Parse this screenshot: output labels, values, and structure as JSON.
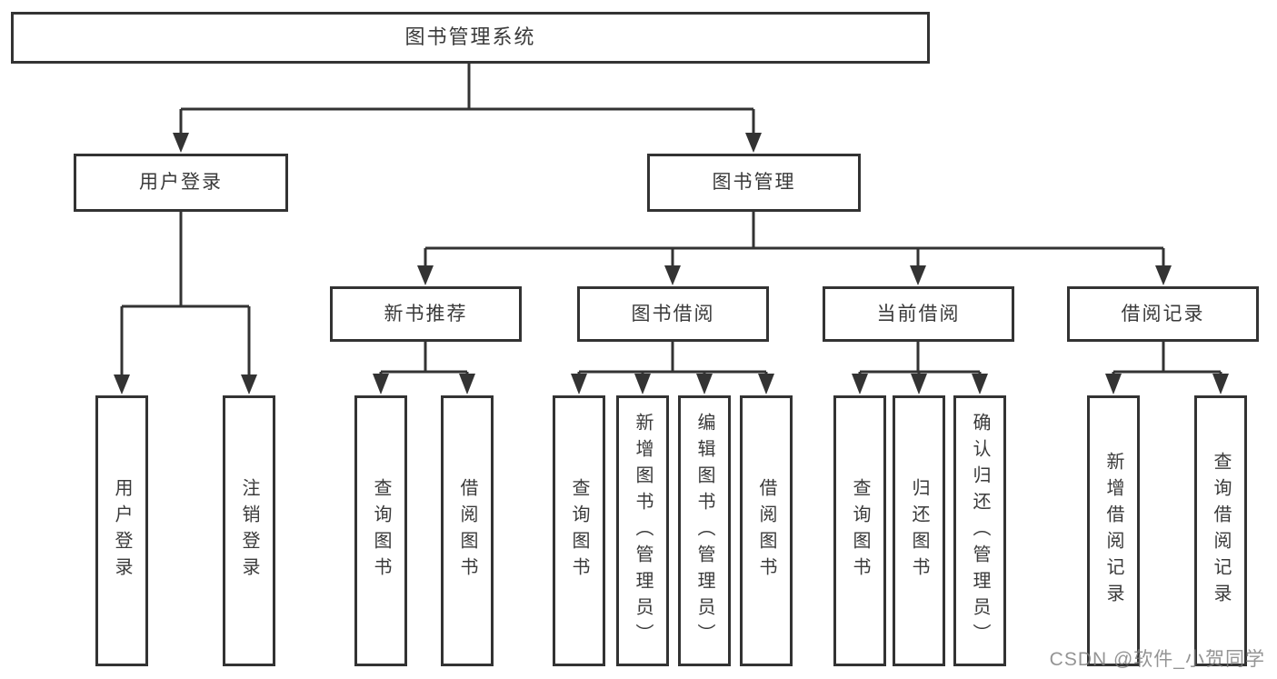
{
  "colors": {
    "ink": "#333333",
    "text": "#3a3a3a",
    "watermark": "#7d7d7d",
    "background": "#ffffff"
  },
  "watermark": {
    "text": "CSDN @软件_小贺同学"
  },
  "tree": {
    "label": "图书管理系统",
    "children": [
      {
        "label": "用户登录",
        "children": [
          {
            "label": "用户登录"
          },
          {
            "label": "注销登录"
          }
        ]
      },
      {
        "label": "图书管理",
        "children": [
          {
            "label": "新书推荐",
            "children": [
              {
                "label": "查询图书"
              },
              {
                "label": "借阅图书"
              }
            ]
          },
          {
            "label": "图书借阅",
            "children": [
              {
                "label": "查询图书"
              },
              {
                "label": "新增图书（管理员）"
              },
              {
                "label": "编辑图书（管理员）"
              },
              {
                "label": "借阅图书"
              }
            ]
          },
          {
            "label": "当前借阅",
            "children": [
              {
                "label": "查询图书"
              },
              {
                "label": "归还图书"
              },
              {
                "label": "确认归还（管理员）"
              }
            ]
          },
          {
            "label": "借阅记录",
            "children": [
              {
                "label": "新增借阅记录"
              },
              {
                "label": "查询借阅记录"
              }
            ]
          }
        ]
      }
    ]
  }
}
